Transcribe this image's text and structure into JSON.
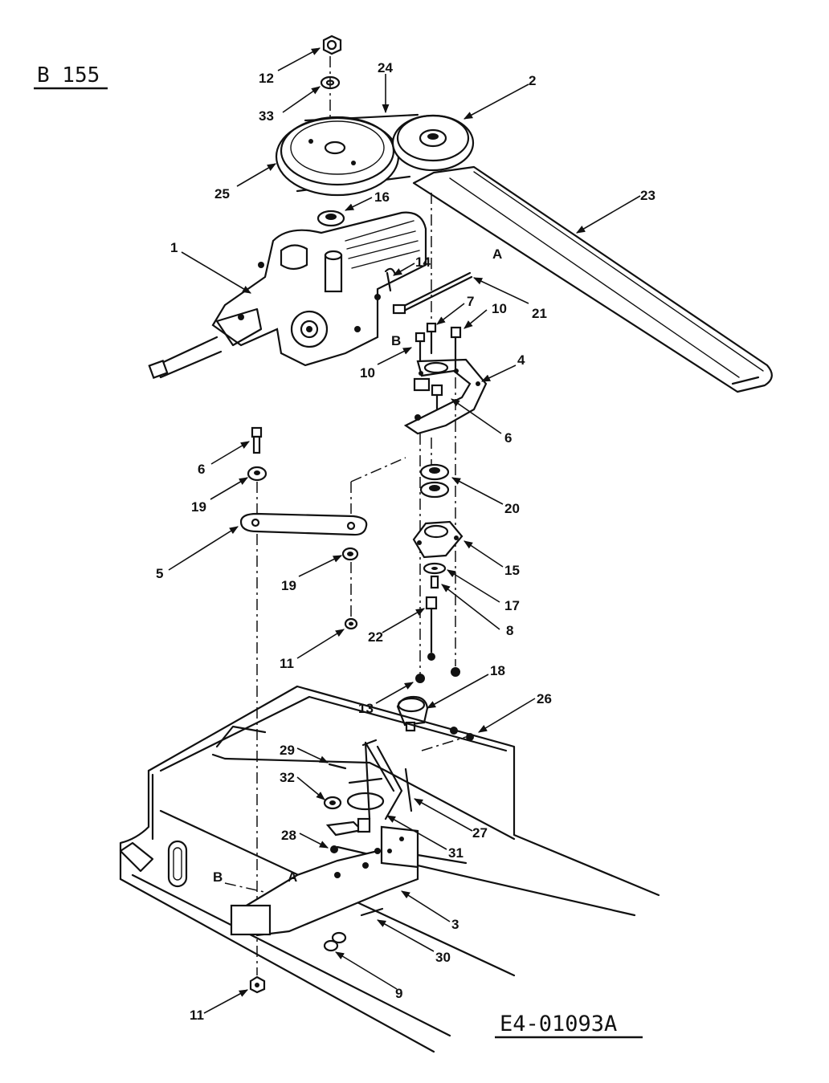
{
  "header": {
    "code": "B 155"
  },
  "footer": {
    "code": "E4-01093A"
  },
  "callouts": {
    "p1": "1",
    "p2": "2",
    "p3": "3",
    "p4": "4",
    "p5": "5",
    "p6a": "6",
    "p6b": "6",
    "p7": "7",
    "p8": "8",
    "p9": "9",
    "p10a": "10",
    "p10b": "10",
    "p11a": "11",
    "p11b": "11",
    "p12": "12",
    "p13": "13",
    "p14": "14",
    "p15": "15",
    "p16": "16",
    "p17": "17",
    "p18": "18",
    "p19a": "19",
    "p19b": "19",
    "p20": "20",
    "p21": "21",
    "p22": "22",
    "p23": "23",
    "p24": "24",
    "p25": "25",
    "p26": "26",
    "p27": "27",
    "p28": "28",
    "p29": "29",
    "p30": "30",
    "p31": "31",
    "p32": "32",
    "p33": "33"
  },
  "markers": {
    "a_top": "A",
    "b_top": "B",
    "a_bottom": "A",
    "b_bottom": "B"
  }
}
